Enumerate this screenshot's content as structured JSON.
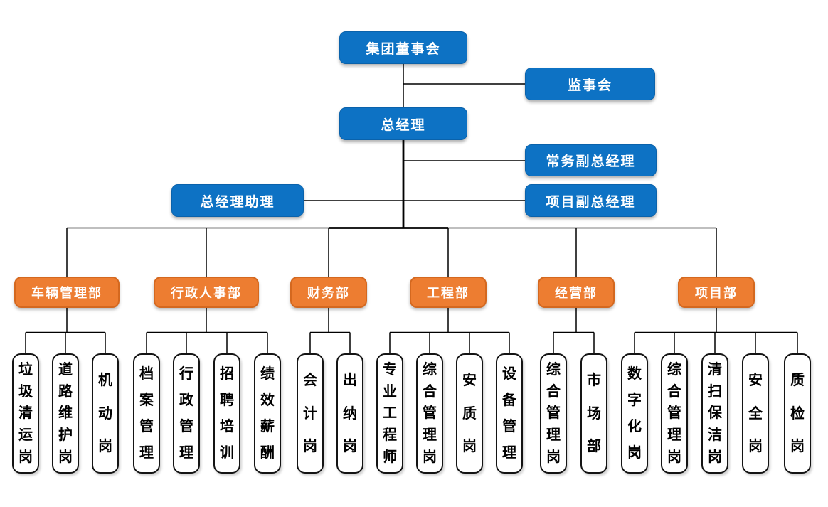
{
  "colors": {
    "executive_box": "#0d72c4",
    "department_box": "#ed7d31",
    "position_box_border": "#141414",
    "connector_line": "#000000"
  },
  "executives": {
    "board": "集团董事会",
    "supervisory": "监事会",
    "general_manager": "总经理",
    "executive_deputy_gm": "常务副总经理",
    "gm_assistant": "总经理助理",
    "project_deputy_gm": "项目副总经理"
  },
  "departments": [
    {
      "name": "车辆管理部",
      "positions": [
        "垃圾清运岗",
        "道路维护岗",
        "机动岗"
      ]
    },
    {
      "name": "行政人事部",
      "positions": [
        "档案管理",
        "行政管理",
        "招聘培训",
        "绩效薪酬"
      ]
    },
    {
      "name": "财务部",
      "positions": [
        "会计岗",
        "出纳岗"
      ]
    },
    {
      "name": "工程部",
      "positions": [
        "专业工程师",
        "综合管理岗",
        "安质岗",
        "设备管理"
      ]
    },
    {
      "name": "经营部",
      "positions": [
        "综合管理岗",
        "市场部"
      ]
    },
    {
      "name": "项目部",
      "positions": [
        "数字化岗",
        "综合管理岗",
        "清扫保洁岗",
        "安全岗",
        "质检岗"
      ]
    }
  ]
}
